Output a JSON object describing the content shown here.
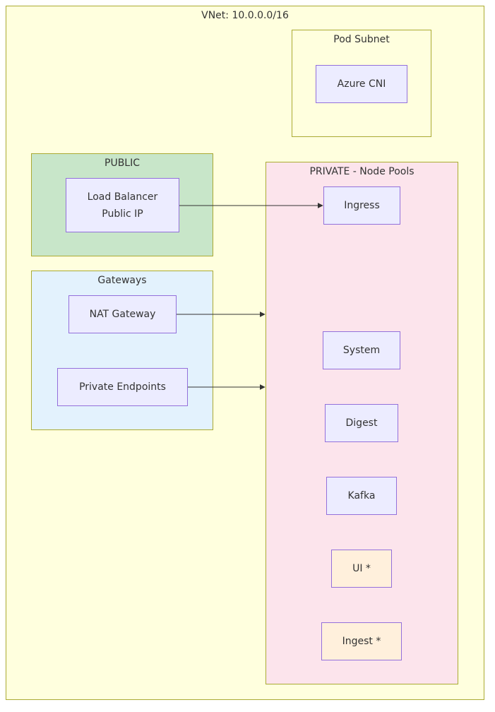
{
  "subgraphs": {
    "vnet": {
      "title": "VNet: 10.0.0.0/16",
      "fill": "#ffffde"
    },
    "pod_subnet": {
      "title": "Pod Subnet",
      "fill": "#ffffde"
    },
    "public": {
      "title": "PUBLIC",
      "fill": "#c8e6c9"
    },
    "gateways": {
      "title": "Gateways",
      "fill": "#e3f2fd"
    },
    "private": {
      "title": "PRIVATE - Node Pools",
      "fill": "#fce4ec"
    }
  },
  "nodes": {
    "azure_cni": "Azure CNI",
    "load_balancer": "Load Balancer\nPublic IP",
    "nat_gateway": "NAT Gateway",
    "private_endpoints": "Private Endpoints",
    "ingress": "Ingress",
    "system": "System",
    "digest": "Digest",
    "kafka": "Kafka",
    "ui": "UI *",
    "ingest": "Ingest *"
  },
  "edges": [
    {
      "from": "load_balancer",
      "to": "ingress"
    },
    {
      "from": "nat_gateway",
      "to": "private"
    },
    {
      "from": "private_endpoints",
      "to": "private"
    }
  ],
  "colors": {
    "node_fill": "#ececff",
    "node_border": "#9370db",
    "highlight_fill": "#fff0dc",
    "edge": "#333333"
  }
}
